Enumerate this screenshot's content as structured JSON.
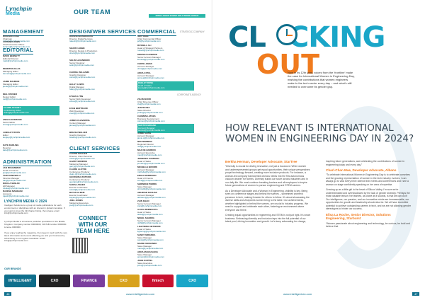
{
  "left": {
    "logo": {
      "line1": "Lynchpin",
      "line2": "Media"
    },
    "team_title": "OUR TEAM",
    "badge": "INTELLIGENT EVENT SOLUTIONS GROUP",
    "management": {
      "heading": "MANAGEMENT",
      "entries": [
        {
          "name": "RICHARD JOSH",
          "role": "Chairman",
          "email": "richard@lynchpinmedia.com"
        },
        {
          "name": "LUCIANO LEWIS",
          "role": "Chief Executive Officer",
          "email": "luciano@lynchpinmedia.com"
        }
      ]
    },
    "editorial": {
      "heading": "EDITORIAL",
      "entries": [
        {
          "name": "MARK BENNETT",
          "role": "Editorial Director",
          "email": "mark@lynchpinmedia.com"
        },
        {
          "name": "DEMETRA KILAS",
          "role": "Managing Editor",
          "email": "demetra@lynchpinmedia.com"
        },
        {
          "name": "JAMIE RAHMAN",
          "role": "Managing Editor",
          "email": "jamie@lynchpinmedia.com"
        },
        {
          "name": "NEIL PARKER",
          "role": "Deputy Editor",
          "email": "neil@lynchpinmedia.com"
        },
        {
          "name": "CLAIRE STUART",
          "role": "Contributing Editor",
          "email": "claire@lynchpinmedia.com"
        },
        {
          "name": "ANNA HOFFMANN",
          "role": "Senior Editor",
          "email": "anna@lynchpinmedia.com"
        },
        {
          "name": "LANGLEY ROOS",
          "role": "Editor",
          "email": "langley@lynchpinmedia.com"
        },
        {
          "name": "KATE DARLING",
          "role": "Reporter",
          "email": "kate@lynchpinmedia.com"
        }
      ]
    },
    "administration": {
      "heading": "ADMINISTRATION",
      "entries": [
        {
          "name": "JAN MOHAMMAD",
          "role": "Head of Finance",
          "email": "jan@lynchpinmedia.com"
        },
        {
          "name": "TAIR RANGWALA",
          "role": "Finance Manager",
          "email": "tair@lynchpinmedia.com"
        },
        {
          "name": "NIKOLA SMILJIC",
          "role": "HR Manager",
          "email": "nikola@lynchpinmedia.com"
        },
        {
          "name": "RAJESH MANIGAM",
          "role": "Accounts",
          "email": "rajesh@lynchpinmedia.com"
        }
      ]
    },
    "design": {
      "heading": "DESIGN/WEB SERVICES",
      "entries": [
        {
          "name": "RAKESH BASHKARAN",
          "role": "Director, Digital Services",
          "email": "rakesh@lynchpinmedia.com"
        },
        {
          "name": "SHARK LEBBE",
          "role": "Director, Design & Production",
          "email": "shark@lynchpinmedia.com"
        },
        {
          "name": "SELIN ALNANDERN",
          "role": "Senior Designer",
          "email": "selin@lynchpinmedia.com"
        },
        {
          "name": "CARREL WILLIAMS",
          "role": "Graphic Designer",
          "email": "carrel@lynchpinmedia.com"
        },
        {
          "name": "HALEY LEWIS",
          "role": "Digital Manager",
          "email": "haley@lynchpinmedia.com"
        },
        {
          "name": "ETHAN LYNN",
          "role": "Senior Web Developer",
          "email": "ethan@lynchpinmedia.com"
        },
        {
          "name": "EVAN BERTRAND",
          "role": "Web Developer",
          "email": "evan@lynchpinmedia.com"
        },
        {
          "name": "JAMES CHAVARRIA",
          "role": "Content Manager",
          "email": "james@lynchpinmedia.com"
        },
        {
          "name": "BIKASH WALLER",
          "role": "Graphic Designer",
          "email": "bikash@lynchpinmedia.com"
        }
      ]
    },
    "client": {
      "heading": "CLIENT SERVICES",
      "entries": [
        {
          "name": "CARTIN MAHLER",
          "role": "Director, Client Services",
          "email": "cartin@lynchpinmedia.com"
        },
        {
          "name": "GARRY MONROE",
          "role": "Marketing Manager",
          "email": "garry@lynchpinmedia.com"
        },
        {
          "name": "CLAIRE LLOYDE",
          "role": "Conference Producer",
          "email": "claire.l@lynchpinmedia.com"
        },
        {
          "name": "GEORGINA WATKINS",
          "role": "Conference Producer",
          "email": "georgina@lynchpinmedia.com"
        },
        {
          "name": "SARAH ASHER",
          "role": "Events Coordinator",
          "email": "sarah@lynchpinmedia.com"
        },
        {
          "name": "BAYAN ALEEM",
          "role": "Events Coordinator",
          "email": "bayan@lynchpinmedia.com"
        },
        {
          "name": "JOEL JONES",
          "role": "Marketing Executive",
          "email": "joel@lynchpinmedia.com"
        }
      ]
    },
    "commercial": {
      "heading": "COMMERCIAL",
      "sub": "STRATEGIC COMPANY",
      "entries": [
        {
          "name": "JEFF REEL",
          "role": "Chief Commercial Officer",
          "email": "jeff@lynchpinmedia.com"
        },
        {
          "name": "RUSSELL ALI",
          "role": "Head of Strategic Partners",
          "email": "russell@lynchpinmedia.com"
        },
        {
          "name": "KREISHA HOWARD",
          "role": "Senior Account Manager",
          "email": "kreisha@lynchpinmedia.com"
        },
        {
          "name": "CHRIS LOMAS",
          "role": "Account Manager",
          "email": "chris@lynchpinmedia.com"
        },
        {
          "name": "ANNA ASTAL",
          "role": "Account Manager",
          "email": "anna.a@lynchpinmedia.com"
        },
        {
          "name": "KEELEY ROSE",
          "role": "Head of Sales",
          "email": "keeley@lynchpinmedia.com"
        }
      ],
      "sub2": "CORPORATE AGENCY",
      "entries2": [
        {
          "name": "ZIA MASOOD",
          "role": "Chief Revenue Officer",
          "email": "zia@lynchpinmedia.com"
        },
        {
          "name": "JUSTIN DEZ",
          "role": "Sales Director",
          "email": "justin@lynchpinmedia.com"
        },
        {
          "name": "CARMEN LATEES",
          "role": "Business Development",
          "email": "carmen@lynchpinmedia.com"
        },
        {
          "name": "SANTOS MIRAND",
          "role": "Account Manager",
          "email": "santos@lynchpinmedia.com"
        },
        {
          "name": "JAMIE SAINS",
          "role": "Account Manager",
          "email": "jamie.s@lynchpinmedia.com"
        },
        {
          "name": "NIKI NEWMAN",
          "role": "Regional Director",
          "email": "niki@lynchpinmedia.com"
        },
        {
          "name": "MAX DE BARRON",
          "role": "Account Executive",
          "email": "max@lynchpinmedia.com"
        },
        {
          "name": "JENNIFER JOHNSON",
          "role": "Head of Sales",
          "email": "jennifer@lynchpinmedia.com"
        },
        {
          "name": "MICHELLE BROWN",
          "role": "Account Manager",
          "email": "michelle@lynchpinmedia.com"
        },
        {
          "name": "ERICA MORRISON",
          "role": "Head of Finance",
          "email": "erica@lynchpinmedia.com"
        },
        {
          "name": "SHRINIDHI PIERRE",
          "role": "Sales Manager",
          "email": "shrinidhi@lynchpinmedia.com"
        },
        {
          "name": "ABHIRAM RASHAD",
          "role": "Account Manager",
          "email": "abhiram@lynchpinmedia.com"
        },
        {
          "name": "ZAIN KHAN",
          "role": "Senior Account Manager",
          "email": "zain@lynchpinmedia.com"
        },
        {
          "name": "ALICIA REBNIACKA",
          "role": "Head of Sales",
          "email": "alicia@lynchpinmedia.com"
        },
        {
          "name": "NIKHIL SHARMA",
          "role": "Senior Account Manager",
          "email": "nikhil@lynchpinmedia.com"
        },
        {
          "name": "LIGHTNING NETWORK",
          "role": "Head of Sales",
          "email": "lightning@lynchpinmedia.com"
        },
        {
          "name": "SANDY MIRANDA",
          "role": "Sales Manager",
          "email": "sandy@lynchpinmedia.com"
        },
        {
          "name": "MARIE FERNANDO",
          "role": "Sales Manager",
          "email": "marie@lynchpinmedia.com"
        },
        {
          "name": "ANNA MAGDALENA",
          "role": "Sales Manager",
          "email": "annam@lynchpinmedia.com"
        },
        {
          "name": "JOHN KOPPEL",
          "role": "Sales Executive",
          "email": "john@lynchpinmedia.com"
        }
      ]
    },
    "blurb": {
      "title": "LYNCHPIN MEDIA © 2024",
      "p1": "Intelligent Solutions is a group of media publications for each environment or disciplines with an interest in global innovation. If you want to know the full chapter listing, then please email info@lynchpinmedia.com",
      "p2": "Lynchpin Media is a business publisher specialized in the Middle Kingdom. Company number 00000000, VAT/GB number 0000000. License 0000000.",
      "p3": "If you enjoy reading the magazine, then keep in touch with the very latest information and events affecting you and your business by subscribing to our regular newsletter. Email: info@lynchpinmedia.com"
    },
    "connect": {
      "line1": "CONNECT",
      "line2": "WITH OUR",
      "line3": "TEAM HERE"
    },
    "partners_title": "OUR BRANDS",
    "brands": [
      "INTELLIGENT",
      "CXO",
      "FINANCE",
      "CXO",
      "fintech",
      "CXO"
    ],
    "footer": {
      "page": "46",
      "url": "www.intelligentcio.com"
    }
  },
  "right": {
    "big": {
      "clock": "CL",
      "cking": "CKING",
      "out": "OUT"
    },
    "intro": "Now in its 12th year, voices from the ‘frontline’ make the case for International Women in Engineering Day, marking the contributions that women engineers make to the tech sector every day – and what’s still needed to overcome its gender gap.",
    "headline": "HOW RELEVANT IS INTERNATIONAL WOMEN IN ENGINEERING DAY IN 2024?",
    "col1": {
      "h": "Berkha Herman, Developer Advocate, StarTree",
      "p1": "“Diversity is crucial for driving innovation, not just a buzzword. When women and underrepresented groups get equal opportunities, their unique perspectives propel technology forward, creating more inclusive products. For instance, a woman-led company transformed obvious needs into the first autonomous vacuum cleaner for homes. Diversity builds our future across industries and in our daily life. We must continue breaking barriers and all employers to inspire future generations of women to pursue engineering and STEM careers.",
      "p2": "As a Developer Advocate and a Woman in Engineering, visibility is key. Being seen on conference stages and behind the scenes – sometimes women’s presence in tech, making it easier for others to follow. It’s about showcasing the diverse skills and viewpoints women bring to the table. Our achievements, whether highlighted or behind the scenes, are crucial to industry progress. We need to support and celebrate each other, fostering an environment where everyone can thrive.",
      "p3": "Creating equal opportunities in engineering and STEM is not just right. It’s smart business. Embracing diversity and inclusion taps into the full potential of our talent pool, driving innovation and growth. Let’s keep advocating for change,"
    },
    "col2": {
      "p0": "inspiring future generations, and celebrating the contributions of women in engineering today and every day.”",
      "h1": "Charl-Chan Mae, Developer Advocate, Albano",
      "p1": "“To celebrate International Women in Engineering Day is to celebrate ourselves and the growing representation of women in the tech industry evolves. I can always go to vast every time I attend tech events and conferences and I see a woman on stage confidently speaking on her area of expertise.",
      "p2": "Growing up as a little girl in the heart of Silicon Valley, I’m sure we’re underestimated and overshadowed by the lack of gender diversity. Perhaps the most valuable lesson I’ve learned, as cliché as it sounds, is that we can do it! Our intelligence, our passion, and our innovative minds are immeasurable, our opportunities for growth and leadership should also be. We all have incredible potential to achieve outstanding careers in tech, and we are not allowing gender stereotypes to hinder our success.",
      "h2": "Elisa La Roche, Senior Director, Solutions Engineering, Starburst",
      "p3": "“Women passionate about engineering and technology, be curious, be bold and believe that"
    },
    "footer": {
      "page": "47",
      "url": "www.intelligentcio.com"
    }
  }
}
